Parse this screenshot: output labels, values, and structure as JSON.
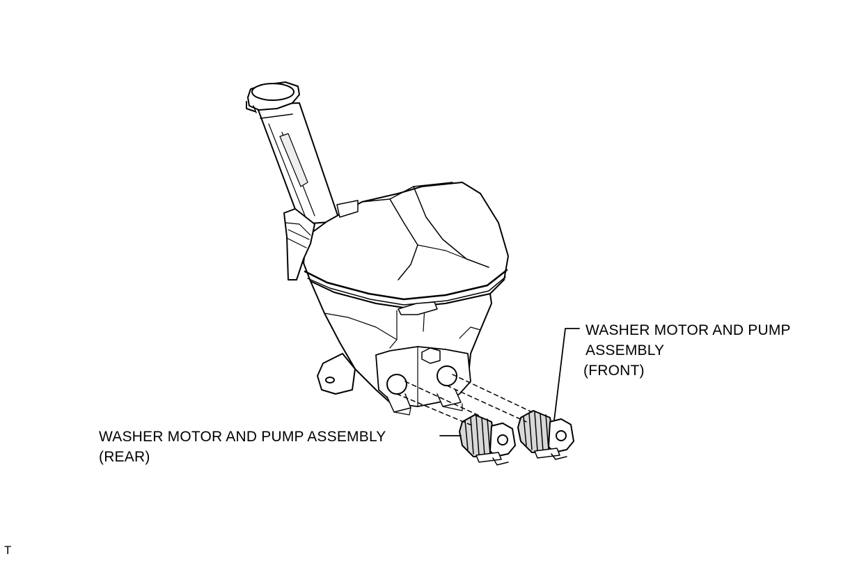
{
  "diagram": {
    "callouts": {
      "front": {
        "line1": "WASHER MOTOR AND PUMP",
        "line2": "ASSEMBLY",
        "line3": "(FRONT)"
      },
      "rear": {
        "line1": "WASHER MOTOR AND PUMP ASSEMBLY",
        "line2": "(REAR)"
      }
    },
    "corner_code": "T"
  },
  "colors": {
    "ink": "#000000",
    "paper": "#ffffff",
    "shade": "#d8d8d8"
  }
}
